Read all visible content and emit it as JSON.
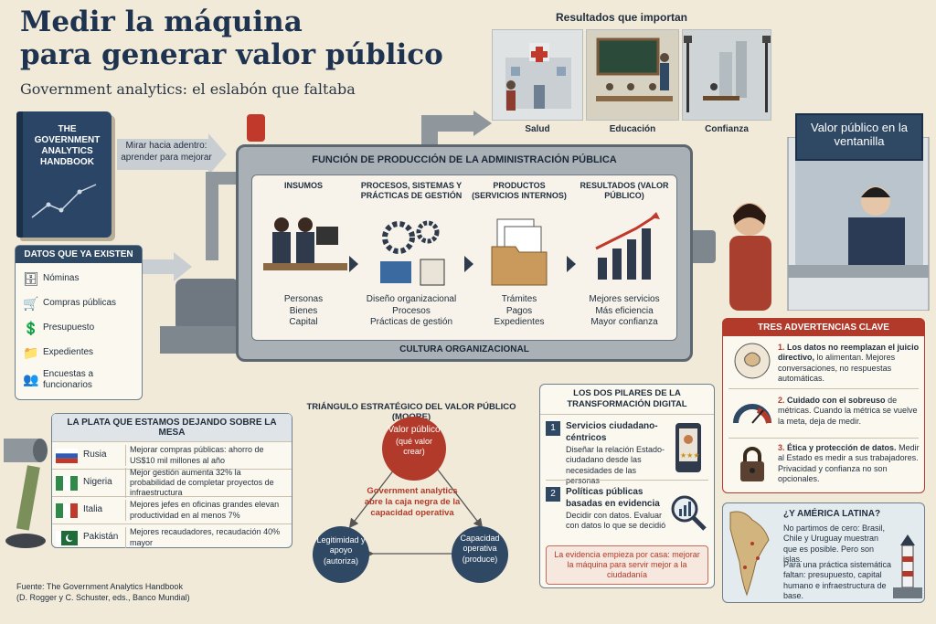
{
  "title_line1": "Medir la máquina",
  "title_line2": "para generar valor público",
  "subtitle": "Government analytics: el eslabón que faltaba",
  "book": {
    "line1": "THE",
    "line2": "GOVERNMENT",
    "line3": "ANALYTICS",
    "line4": "HANDBOOK"
  },
  "look_inside": "Mirar hacia adentro: aprender para mejorar",
  "results_heading": "Resultados que importan",
  "results": [
    "Salud",
    "Educación",
    "Confianza"
  ],
  "window_sign": "Valor público en la ventanilla",
  "machine": {
    "title": "FUNCIÓN DE PRODUCCIÓN DE LA ADMINISTRACIÓN PÚBLICA",
    "footer": "CULTURA ORGANIZACIONAL",
    "stages": [
      {
        "head": "INSUMOS",
        "items": [
          "Personas",
          "Bienes",
          "Capital"
        ]
      },
      {
        "head": "PROCESOS, SISTEMAS Y PRÁCTICAS DE GESTIÓN",
        "items": [
          "Diseño organizacional",
          "Procesos",
          "Prácticas de gestión"
        ]
      },
      {
        "head": "PRODUCTOS (SERVICIOS INTERNOS)",
        "items": [
          "Trámites",
          "Pagos",
          "Expedientes"
        ]
      },
      {
        "head": "RESULTADOS (VALOR PÚBLICO)",
        "items": [
          "Mejores servicios",
          "Más eficiencia",
          "Mayor confianza"
        ]
      }
    ]
  },
  "existing": {
    "title": "DATOS QUE YA EXISTEN",
    "items": [
      "Nóminas",
      "Compras públicas",
      "Presupuesto",
      "Expedientes",
      "Encuestas a funcionarios"
    ]
  },
  "money": {
    "title": "LA PLATA QUE ESTAMOS DEJANDO SOBRE LA MESA",
    "rows": [
      {
        "country": "Rusia",
        "text": "Mejorar compras públicas: ahorro de US$10 mil millones al año"
      },
      {
        "country": "Nigeria",
        "text": "Mejor gestión aumenta 32% la probabilidad de completar proyectos de infraestructura"
      },
      {
        "country": "Italia",
        "text": "Mejores jefes en oficinas grandes elevan productividad en al menos 7%"
      },
      {
        "country": "Pakistán",
        "text": "Mejores recaudadores, recaudación 40% mayor"
      }
    ]
  },
  "source": {
    "line1": "Fuente: The Government Analytics Handbook",
    "line2": "(D. Rogger y C. Schuster, eds., Banco Mundial)"
  },
  "triangle": {
    "title": "TRIÁNGULO ESTRATÉGICO DEL VALOR PÚBLICO (MOORE)",
    "top": "Valor público",
    "top_sub": "(qué valor crear)",
    "left": "Legitimidad y apoyo",
    "left_sub": "(autoriza)",
    "right": "Capacidad operativa",
    "right_sub": "(produce)",
    "center": "Government analytics abre la caja negra de la capacidad operativa"
  },
  "pillars": {
    "title": "LOS DOS PILARES DE LA TRANSFORMACIÓN DIGITAL",
    "p1_num": "1",
    "p1_head": "Servicios ciudadano-céntricos",
    "p1_text": "Diseñar la relación Estado-ciudadano desde las necesidades de las personas",
    "p2_num": "2",
    "p2_head": "Políticas públicas basadas en evidencia",
    "p2_text": "Decidir con datos. Evaluar con datos lo que se decidió",
    "note": "La evidencia empieza por casa: mejorar la máquina para servir mejor a la ciudadanía"
  },
  "warnings": {
    "title": "TRES ADVERTENCIAS CLAVE",
    "items": [
      {
        "num": "1.",
        "bold": "Los datos no reemplazan el juicio directivo,",
        "text": "lo alimentan. Mejores conversaciones, no respuestas automáticas."
      },
      {
        "num": "2.",
        "bold": "Cuidado con el sobreuso",
        "text": "de métricas. Cuando la métrica se vuelve la meta, deja de medir."
      },
      {
        "num": "3.",
        "bold": "Ética y protección de datos.",
        "text": "Medir al Estado es medir a sus trabajadores. Privacidad y confianza no son opcionales."
      }
    ]
  },
  "latam": {
    "title": "¿Y AMÉRICA LATINA?",
    "p1": "No partimos de cero: Brasil, Chile y Uruguay muestran que es posible. Pero son islas.",
    "p2": "Para una práctica sistemática faltan: presupuesto, capital humano e infraestructura de base."
  },
  "colors": {
    "navy": "#2f4863",
    "red": "#b23a2a",
    "paper": "#f1ead9"
  }
}
